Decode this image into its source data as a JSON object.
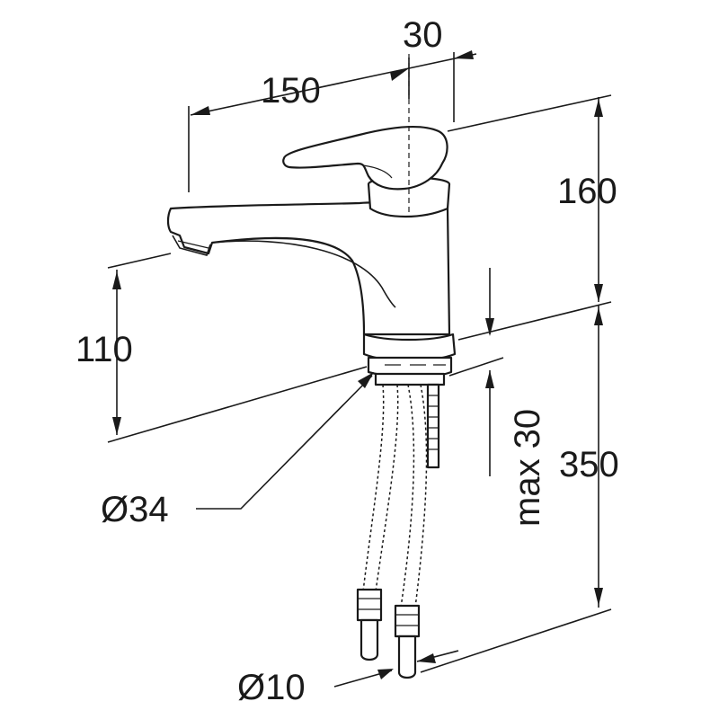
{
  "dimensions": {
    "spout_reach": "150",
    "offset_top": "30",
    "height_above_spout": "160",
    "spout_height": "110",
    "total_height": "350",
    "max_deck_thickness": "max 30",
    "base_diameter": "Ø34",
    "hose_diameter": "Ø10"
  },
  "colors": {
    "line": "#1a1a1a",
    "background": "#ffffff"
  }
}
